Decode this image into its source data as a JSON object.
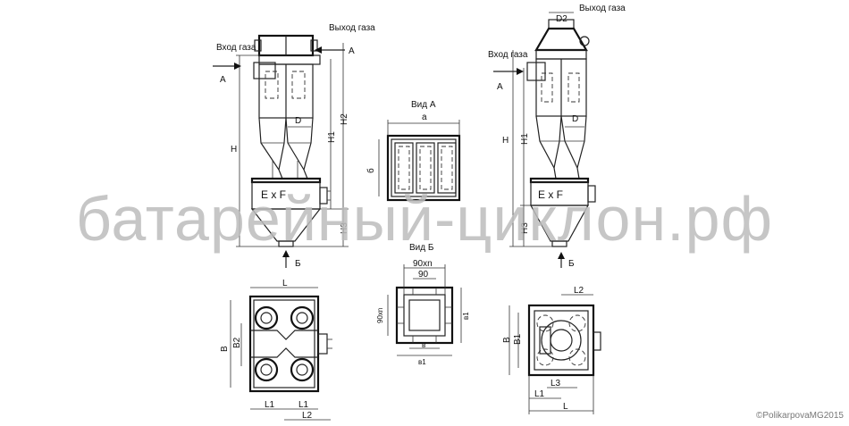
{
  "labels": {
    "gas_outlet": "Выход газа",
    "gas_inlet": "Вход газа",
    "arrow_a": "А",
    "arrow_b": "Б",
    "dim_H": "H",
    "dim_H1": "H1",
    "dim_H2": "H2",
    "dim_H3": "H3",
    "dim_D": "D",
    "dim_D2": "D2",
    "exf": "E x F",
    "view_a": "Вид А",
    "view_b": "Вид Б",
    "dim_a": "а",
    "dim_b6": "б",
    "dim_90xn": "90xn",
    "dim_90": "90",
    "dim_v": "в",
    "dim_v1": "в1",
    "dim_L": "L",
    "dim_L1": "L1",
    "dim_L2": "L2",
    "dim_L3": "L3",
    "dim_B": "B",
    "dim_B1": "B1",
    "dim_B2": "B2"
  },
  "watermark": "батарейный-циклон.рф",
  "copyright": "©PolikarpovaMG2015"
}
